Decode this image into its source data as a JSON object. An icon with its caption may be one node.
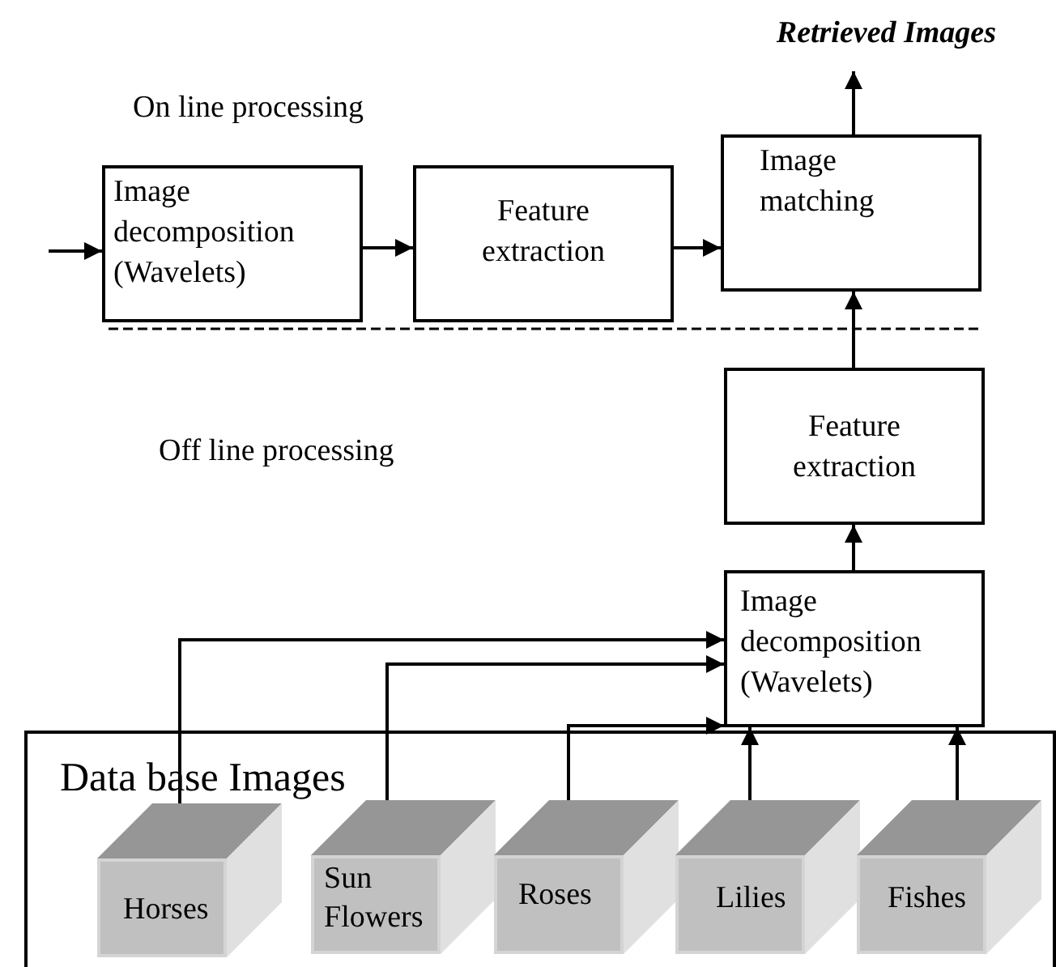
{
  "diagram": {
    "nodes": [
      {
        "text": [
          "Retrieved Images"
        ]
      },
      {
        "text": [
          "Image decomposition (Wavelets)"
        ]
      },
      {
        "text": [
          "Feature extraction"
        ]
      },
      {
        "text": [
          "Image matching"
        ]
      },
      {
        "text": [
          "Feature extraction"
        ]
      },
      {
        "text": [
          "Image decomposition (Wavelets)"
        ]
      },
      {
        "text": [
          "Data base Images"
        ]
      },
      {
        "text": [
          "Horses"
        ],
        "in": 6
      },
      {
        "text": [
          "Sun Flowers"
        ],
        "in": 6
      },
      {
        "text": [
          "Roses"
        ],
        "in": 6
      },
      {
        "text": [
          "Lilies"
        ],
        "in": 6
      },
      {
        "text": [
          "Fishes"
        ],
        "in": 6
      }
    ],
    "edges": [
      {
        "from": null,
        "to": 1,
        "arrow": "to"
      },
      {
        "from": 1,
        "to": 2,
        "arrow": "to"
      },
      {
        "from": 2,
        "to": 3,
        "arrow": "to"
      },
      {
        "from": 3,
        "to": 0,
        "arrow": "to"
      },
      {
        "from": 4,
        "to": 3,
        "arrow": "to"
      },
      {
        "from": 5,
        "to": 4,
        "arrow": "to"
      },
      {
        "from": 7,
        "to": 5,
        "arrow": "to"
      },
      {
        "from": 8,
        "to": 5,
        "arrow": "to"
      },
      {
        "from": 9,
        "to": 5,
        "arrow": "to"
      },
      {
        "from": 10,
        "to": 5,
        "arrow": "to"
      },
      {
        "from": 11,
        "to": 5,
        "arrow": "to"
      }
    ],
    "labels": [
      "On line processing",
      "Off line processing"
    ]
  }
}
